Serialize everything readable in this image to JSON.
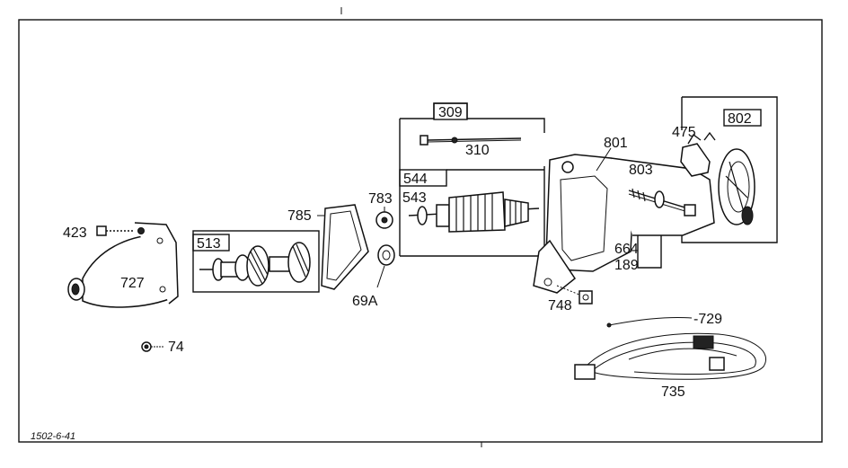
{
  "diagram": {
    "drawing_code": "1502-6-41",
    "groups": [
      {
        "id": "g309",
        "label": "309"
      },
      {
        "id": "g544",
        "label": "544"
      },
      {
        "id": "g513",
        "label": "513"
      },
      {
        "id": "g802",
        "label": "802"
      }
    ],
    "callouts": [
      {
        "id": "c310",
        "label": "310"
      },
      {
        "id": "c801",
        "label": "801"
      },
      {
        "id": "c475",
        "label": "475"
      },
      {
        "id": "c803",
        "label": "803"
      },
      {
        "id": "c543",
        "label": "543"
      },
      {
        "id": "c783",
        "label": "783"
      },
      {
        "id": "c785",
        "label": "785"
      },
      {
        "id": "c423",
        "label": "423"
      },
      {
        "id": "c727",
        "label": "727"
      },
      {
        "id": "c69a",
        "label": "69A"
      },
      {
        "id": "c664",
        "label": "664"
      },
      {
        "id": "c189",
        "label": "189"
      },
      {
        "id": "c748",
        "label": "748"
      },
      {
        "id": "c729",
        "label": "-729"
      },
      {
        "id": "c735",
        "label": "735"
      },
      {
        "id": "c74",
        "label": "74"
      }
    ]
  }
}
